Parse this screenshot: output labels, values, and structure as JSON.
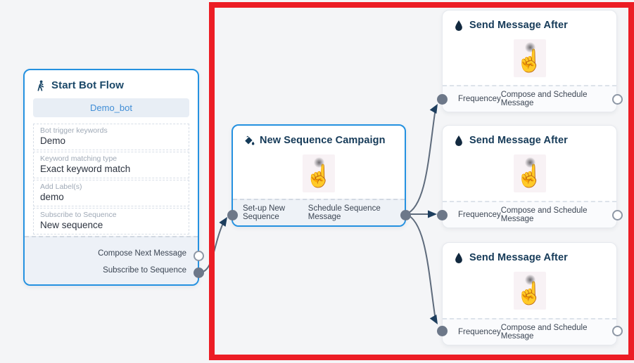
{
  "colors": {
    "edge": "#5e6b7c",
    "arrow": "#1d3e5e",
    "node_border_blue": "#2491e0",
    "annotation_red": "#ec1d25",
    "title_navy": "#1b4868",
    "port_fill": "#6d7889"
  },
  "icons": {
    "start": "walking-person",
    "sequence": "paint-pour",
    "send": "water-drop",
    "gesture": "hand-pointer",
    "hand_glyph": "☝"
  },
  "start_node": {
    "title": "Start Bot Flow",
    "bot_name": "Demo_bot",
    "fields": [
      {
        "label": "Bot trigger keywords",
        "value": "Demo"
      },
      {
        "label": "Keyword matching type",
        "value": "Exact keyword match"
      },
      {
        "label": "Add Label(s)",
        "value": "demo"
      },
      {
        "label": "Subscribe to Sequence",
        "value": "New sequence"
      }
    ],
    "outputs": [
      {
        "label": "Compose Next Message",
        "connected": false
      },
      {
        "label": "Subscribe to Sequence",
        "connected": true
      }
    ]
  },
  "sequence_node": {
    "title": "New Sequence Campaign",
    "input_label": "Set-up New Sequence",
    "output_label": "Schedule Sequence Message"
  },
  "send_nodes": [
    {
      "title": "Send Message After",
      "input_label": "Frequencey",
      "output_label": "Compose and Schedule Message"
    },
    {
      "title": "Send Message After",
      "input_label": "Frequencey",
      "output_label": "Compose and Schedule Message"
    },
    {
      "title": "Send Message After",
      "input_label": "Frequencey",
      "output_label": "Compose and Schedule Message"
    }
  ]
}
